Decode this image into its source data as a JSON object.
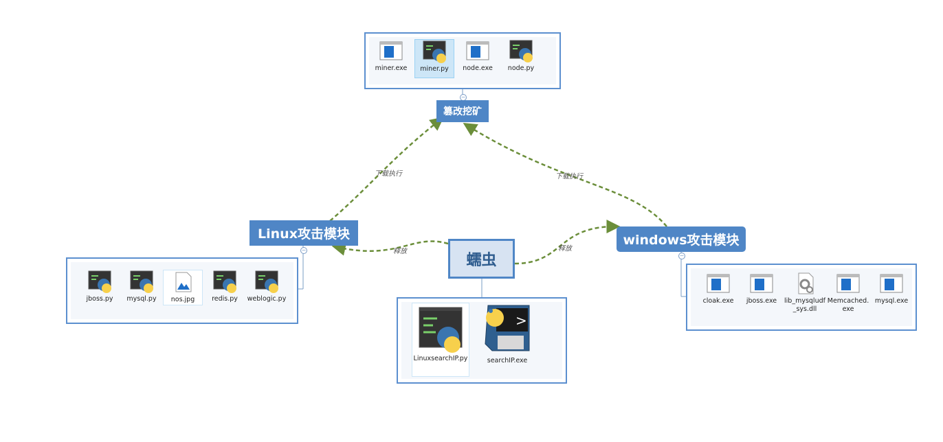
{
  "nodes": {
    "miner": "篡改挖矿",
    "linux": "Linux攻击模块",
    "windows": "windows攻击模块",
    "worm": "蠕虫"
  },
  "edge_labels": {
    "linux_to_miner": "下载执行",
    "windows_to_miner": "下载执行",
    "worm_to_linux": "释放",
    "worm_to_windows": "释放"
  },
  "panels": {
    "miner_files": [
      {
        "name": "miner.exe",
        "icon": "exe-window-icon"
      },
      {
        "name": "miner.py",
        "icon": "python-terminal-icon"
      },
      {
        "name": "node.exe",
        "icon": "exe-window-icon"
      },
      {
        "name": "node.py",
        "icon": "python-terminal-icon"
      }
    ],
    "linux_files": [
      {
        "name": "jboss.py",
        "icon": "python-terminal-icon"
      },
      {
        "name": "mysql.py",
        "icon": "python-terminal-icon"
      },
      {
        "name": "nos.jpg",
        "icon": "image-icon"
      },
      {
        "name": "redis.py",
        "icon": "python-terminal-icon"
      },
      {
        "name": "weblogic.py",
        "icon": "python-terminal-icon"
      }
    ],
    "windows_files": [
      {
        "name": "cloak.exe",
        "icon": "exe-window-icon"
      },
      {
        "name": "jboss.exe",
        "icon": "exe-window-icon"
      },
      {
        "name": "lib_mysqludf_sys.dll",
        "icon": "dll-gear-icon"
      },
      {
        "name": "Memcached.exe",
        "icon": "exe-window-icon"
      },
      {
        "name": "mysql.exe",
        "icon": "exe-window-icon"
      }
    ],
    "worm_files": [
      {
        "name": "LinuxsearchIP.py",
        "icon": "python-terminal-icon"
      },
      {
        "name": "searchIP.exe",
        "icon": "python-launcher-icon"
      }
    ]
  },
  "colors": {
    "node_fill": "#4f86c6",
    "arrow": "#6b8e3a",
    "panel_border": "#5b8fcf"
  }
}
